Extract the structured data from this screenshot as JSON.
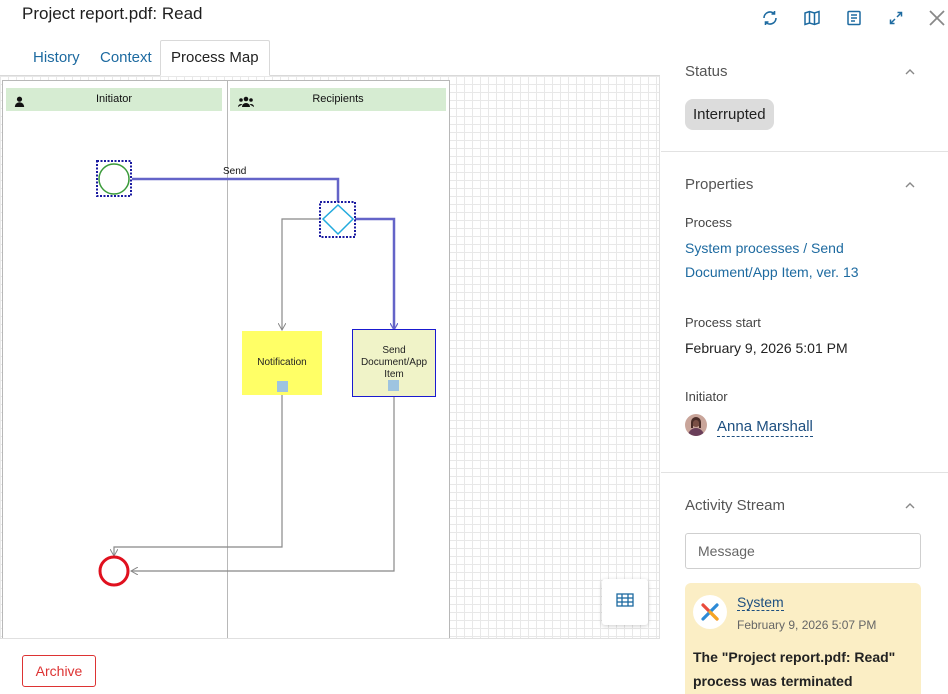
{
  "window": {
    "title": "Project report.pdf: Read",
    "icons": [
      "refresh-icon",
      "map-icon",
      "form-icon",
      "expand-icon",
      "close-icon"
    ]
  },
  "tabs": [
    {
      "label": "History"
    },
    {
      "label": "Context"
    },
    {
      "label": "Process Map",
      "active": true
    }
  ],
  "process_map": {
    "lanes": [
      {
        "label": "Initiator",
        "icon": "user-icon"
      },
      {
        "label": "Recipients",
        "icon": "group-icon"
      }
    ],
    "flow_label": "Send",
    "tasks": {
      "notification": "Notification",
      "send_item": "Send Document/App Item"
    }
  },
  "footer": {
    "archive_label": "Archive"
  },
  "sidebar": {
    "status": {
      "title": "Status",
      "badge": "Interrupted"
    },
    "properties": {
      "title": "Properties",
      "process_label": "Process",
      "process_link_line1": "System processes / Send",
      "process_link_line2": "Document/App Item, ver. 13",
      "start_label": "Process start",
      "start_value": "February 9, 2026 5:01 PM",
      "initiator_label": "Initiator",
      "initiator_name": "Anna Marshall"
    },
    "activity": {
      "title": "Activity Stream",
      "message_placeholder": "Message",
      "entry": {
        "author": "System",
        "time": "February 9, 2026 5:07 PM",
        "text": "The \"Project report.pdf: Read\" process was terminated"
      }
    }
  },
  "colors": {
    "link": "#1d6aa0",
    "lane_header": "#d6ecd2",
    "flow_active": "#6464c8",
    "notification_task": "#ffff66",
    "send_task": "#f0f3c8",
    "end_event": "#e0101e",
    "start_event": "#3a9a3a",
    "gateway": "#22aadd",
    "archive": "#dd3333",
    "activity_card": "#fbeec5"
  }
}
